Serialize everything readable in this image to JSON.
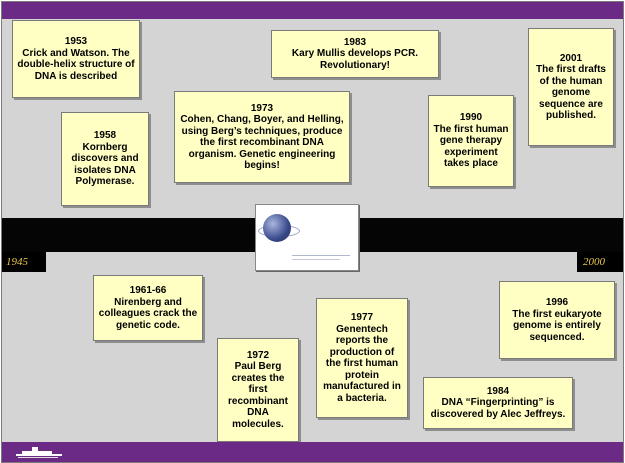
{
  "timeline": {
    "start_year": "1945",
    "end_year": "2000"
  },
  "events": [
    {
      "id": "1953",
      "year": "1953",
      "text": "Crick and Watson. The double-helix structure of DNA is described"
    },
    {
      "id": "1983",
      "year": "1983",
      "text": "Kary Mullis develops PCR. Revolutionary!"
    },
    {
      "id": "2001",
      "year": "2001",
      "text": "The first drafts of the human genome sequence are published."
    },
    {
      "id": "1958",
      "year": "1958",
      "text": "Kornberg discovers and isolates DNA Polymerase."
    },
    {
      "id": "1973",
      "year": "1973",
      "text": "Cohen, Chang, Boyer, and Helling, using Berg’s techniques, produce the first recombinant DNA organism. Genetic engineering begins!"
    },
    {
      "id": "1990",
      "year": "1990",
      "text": "The first human gene therapy experiment takes place"
    },
    {
      "id": "1961",
      "year": "1961-66",
      "text": "Nirenberg and colleagues  crack the genetic code."
    },
    {
      "id": "1996",
      "year": "1996",
      "text": "The first eukaryote genome is entirely sequenced."
    },
    {
      "id": "1977",
      "year": "1977",
      "text": "Genentech reports the production of the first human protein manufactured in a bacteria."
    },
    {
      "id": "1972",
      "year": "1972",
      "text": "Paul Berg creates the first recombinant DNA molecules."
    },
    {
      "id": "1984",
      "year": "1984",
      "text": "DNA “Fingerprinting” is discovered by Alec Jeffreys."
    }
  ],
  "colors": {
    "bar": "#6a2a86",
    "card": "#ffffc4",
    "timeline": "#050505",
    "year_text": "#e8c64a"
  },
  "icons": {
    "logo": "globe-logo-icon",
    "footer": "ship-icon"
  }
}
